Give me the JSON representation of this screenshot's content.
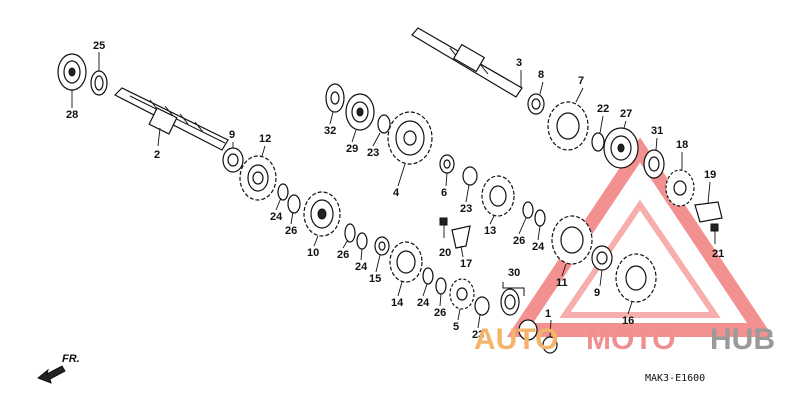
{
  "diagram": {
    "code": "MAK3-E1600",
    "direction_label": "FR.",
    "callouts": [
      "25",
      "28",
      "2",
      "9",
      "12",
      "24",
      "26",
      "10",
      "26",
      "24",
      "15",
      "14",
      "24",
      "26",
      "5",
      "23",
      "30",
      "1",
      "32",
      "29",
      "23",
      "4",
      "6",
      "23",
      "13",
      "20",
      "17",
      "26",
      "24",
      "3",
      "8",
      "7",
      "22",
      "27",
      "31",
      "18",
      "19",
      "21",
      "11",
      "9",
      "16"
    ]
  },
  "watermark": {
    "part1": "AUTO",
    "part2": "MOTO",
    "part3": "HUB",
    "colors": {
      "auto": "#f4b46a",
      "moto": "#ef8f8f",
      "hub": "#9a9a9a",
      "triangle": "#ef6b6b"
    }
  }
}
